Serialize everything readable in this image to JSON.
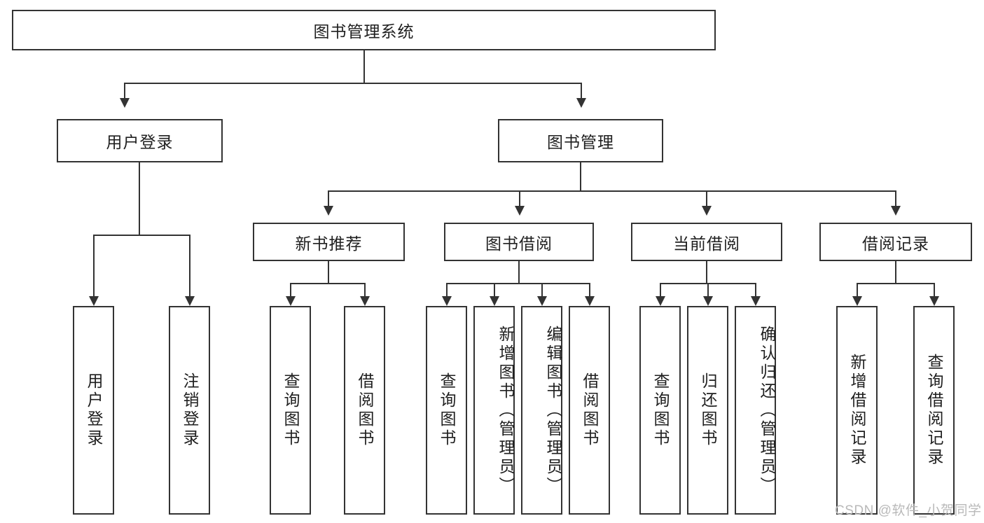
{
  "diagram": {
    "title": "图书管理系统",
    "type": "hierarchy-tree",
    "root": {
      "label": "图书管理系统"
    },
    "level2": [
      {
        "label": "用户登录"
      },
      {
        "label": "图书管理"
      }
    ],
    "level3": [
      {
        "label": "新书推荐"
      },
      {
        "label": "图书借阅"
      },
      {
        "label": "当前借阅"
      },
      {
        "label": "借阅记录"
      }
    ],
    "leaves": {
      "user_login": [
        {
          "label": "用户登录"
        },
        {
          "label": "注销登录"
        }
      ],
      "new_book_recommend": [
        {
          "label": "查询图书"
        },
        {
          "label": "借阅图书"
        }
      ],
      "book_borrow": [
        {
          "label": "查询图书"
        },
        {
          "label": "新增图书（管理员）"
        },
        {
          "label": "编辑图书（管理员）"
        },
        {
          "label": "借阅图书"
        }
      ],
      "current_borrow": [
        {
          "label": "查询图书"
        },
        {
          "label": "归还图书"
        },
        {
          "label": "确认归还（管理员）"
        }
      ],
      "borrow_record": [
        {
          "label": "新增借阅记录"
        },
        {
          "label": "查询借阅记录"
        }
      ]
    }
  },
  "watermark": {
    "text": "CSDN @软件_小贺同学"
  },
  "colors": {
    "line": "#333333",
    "box_border": "#333333",
    "box_fill": "#ffffff",
    "text": "#1f1f1f",
    "watermark": "#b9b9b9"
  }
}
